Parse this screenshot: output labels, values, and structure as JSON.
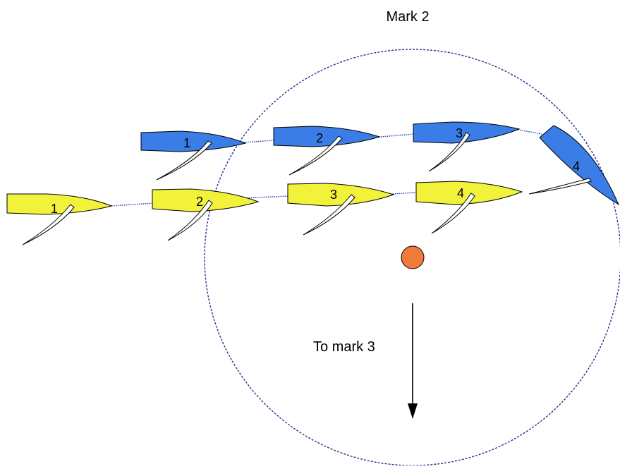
{
  "diagram": {
    "title": "Mark 2",
    "direction_label": "To mark 3",
    "colors": {
      "blue_hull": "#3a7de6",
      "yellow_hull": "#f2f23a",
      "track_line": "#2a3fbf",
      "zone_circle": "#2a2f8c",
      "mark": "#f07a3a",
      "sail": "#ffffff",
      "outline": "#000000"
    },
    "blue_boats": [
      {
        "label": "1"
      },
      {
        "label": "2"
      },
      {
        "label": "3"
      },
      {
        "label": "4"
      }
    ],
    "yellow_boats": [
      {
        "label": "1"
      },
      {
        "label": "2"
      },
      {
        "label": "3"
      },
      {
        "label": "4"
      }
    ]
  }
}
